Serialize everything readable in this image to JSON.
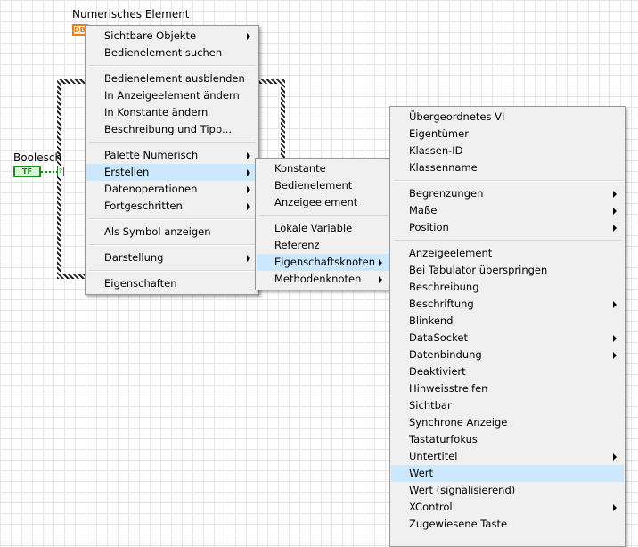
{
  "diagram": {
    "numeric_label": "Numerisches Element",
    "numeric_terminal": "DBL",
    "boolean_label": "Boolesch",
    "boolean_terminal": "TF",
    "wire_node": "?"
  },
  "colors": {
    "highlight": "#cce8ff",
    "menu_bg": "#f0f0f0",
    "numeric": "#e8801e",
    "boolean": "#1a8a1a"
  },
  "menu1": {
    "items": [
      {
        "label": "Sichtbare Objekte",
        "sub": true
      },
      {
        "label": "Bedienelement suchen"
      },
      {
        "sep": true
      },
      {
        "label": "Bedienelement ausblenden"
      },
      {
        "label": "In Anzeigeelement ändern"
      },
      {
        "label": "In Konstante ändern"
      },
      {
        "label": "Beschreibung und Tipp..."
      },
      {
        "sep": true
      },
      {
        "label": "Palette Numerisch",
        "sub": true
      },
      {
        "label": "Erstellen",
        "sub": true,
        "highlight": true
      },
      {
        "label": "Datenoperationen",
        "sub": true
      },
      {
        "label": "Fortgeschritten",
        "sub": true
      },
      {
        "sep": true
      },
      {
        "label": "Als Symbol anzeigen"
      },
      {
        "sep": true
      },
      {
        "label": "Darstellung",
        "sub": true
      },
      {
        "sep": true
      },
      {
        "label": "Eigenschaften"
      }
    ]
  },
  "menu2": {
    "items": [
      {
        "label": "Konstante"
      },
      {
        "label": "Bedienelement"
      },
      {
        "label": "Anzeigeelement"
      },
      {
        "sep": true
      },
      {
        "label": "Lokale Variable"
      },
      {
        "label": "Referenz"
      },
      {
        "label": "Eigenschaftsknoten",
        "sub": true,
        "highlight": true
      },
      {
        "label": "Methodenknoten",
        "sub": true
      }
    ]
  },
  "menu3": {
    "items": [
      {
        "label": "Übergeordnetes VI"
      },
      {
        "label": "Eigentümer"
      },
      {
        "label": "Klassen-ID"
      },
      {
        "label": "Klassenname"
      },
      {
        "sep": true
      },
      {
        "label": "Begrenzungen",
        "sub": true
      },
      {
        "label": "Maße",
        "sub": true
      },
      {
        "label": "Position",
        "sub": true
      },
      {
        "sep": true
      },
      {
        "label": "Anzeigeelement"
      },
      {
        "label": "Bei Tabulator überspringen"
      },
      {
        "label": "Beschreibung"
      },
      {
        "label": "Beschriftung",
        "sub": true
      },
      {
        "label": "Blinkend"
      },
      {
        "label": "DataSocket",
        "sub": true
      },
      {
        "label": "Datenbindung",
        "sub": true
      },
      {
        "label": "Deaktiviert"
      },
      {
        "label": "Hinweisstreifen"
      },
      {
        "label": "Sichtbar"
      },
      {
        "label": "Synchrone Anzeige"
      },
      {
        "label": "Tastaturfokus"
      },
      {
        "label": "Untertitel",
        "sub": true
      },
      {
        "label": "Wert",
        "highlight": true
      },
      {
        "label": "Wert (signalisierend)"
      },
      {
        "label": "XControl",
        "sub": true
      },
      {
        "label": "Zugewiesene Taste"
      }
    ]
  }
}
